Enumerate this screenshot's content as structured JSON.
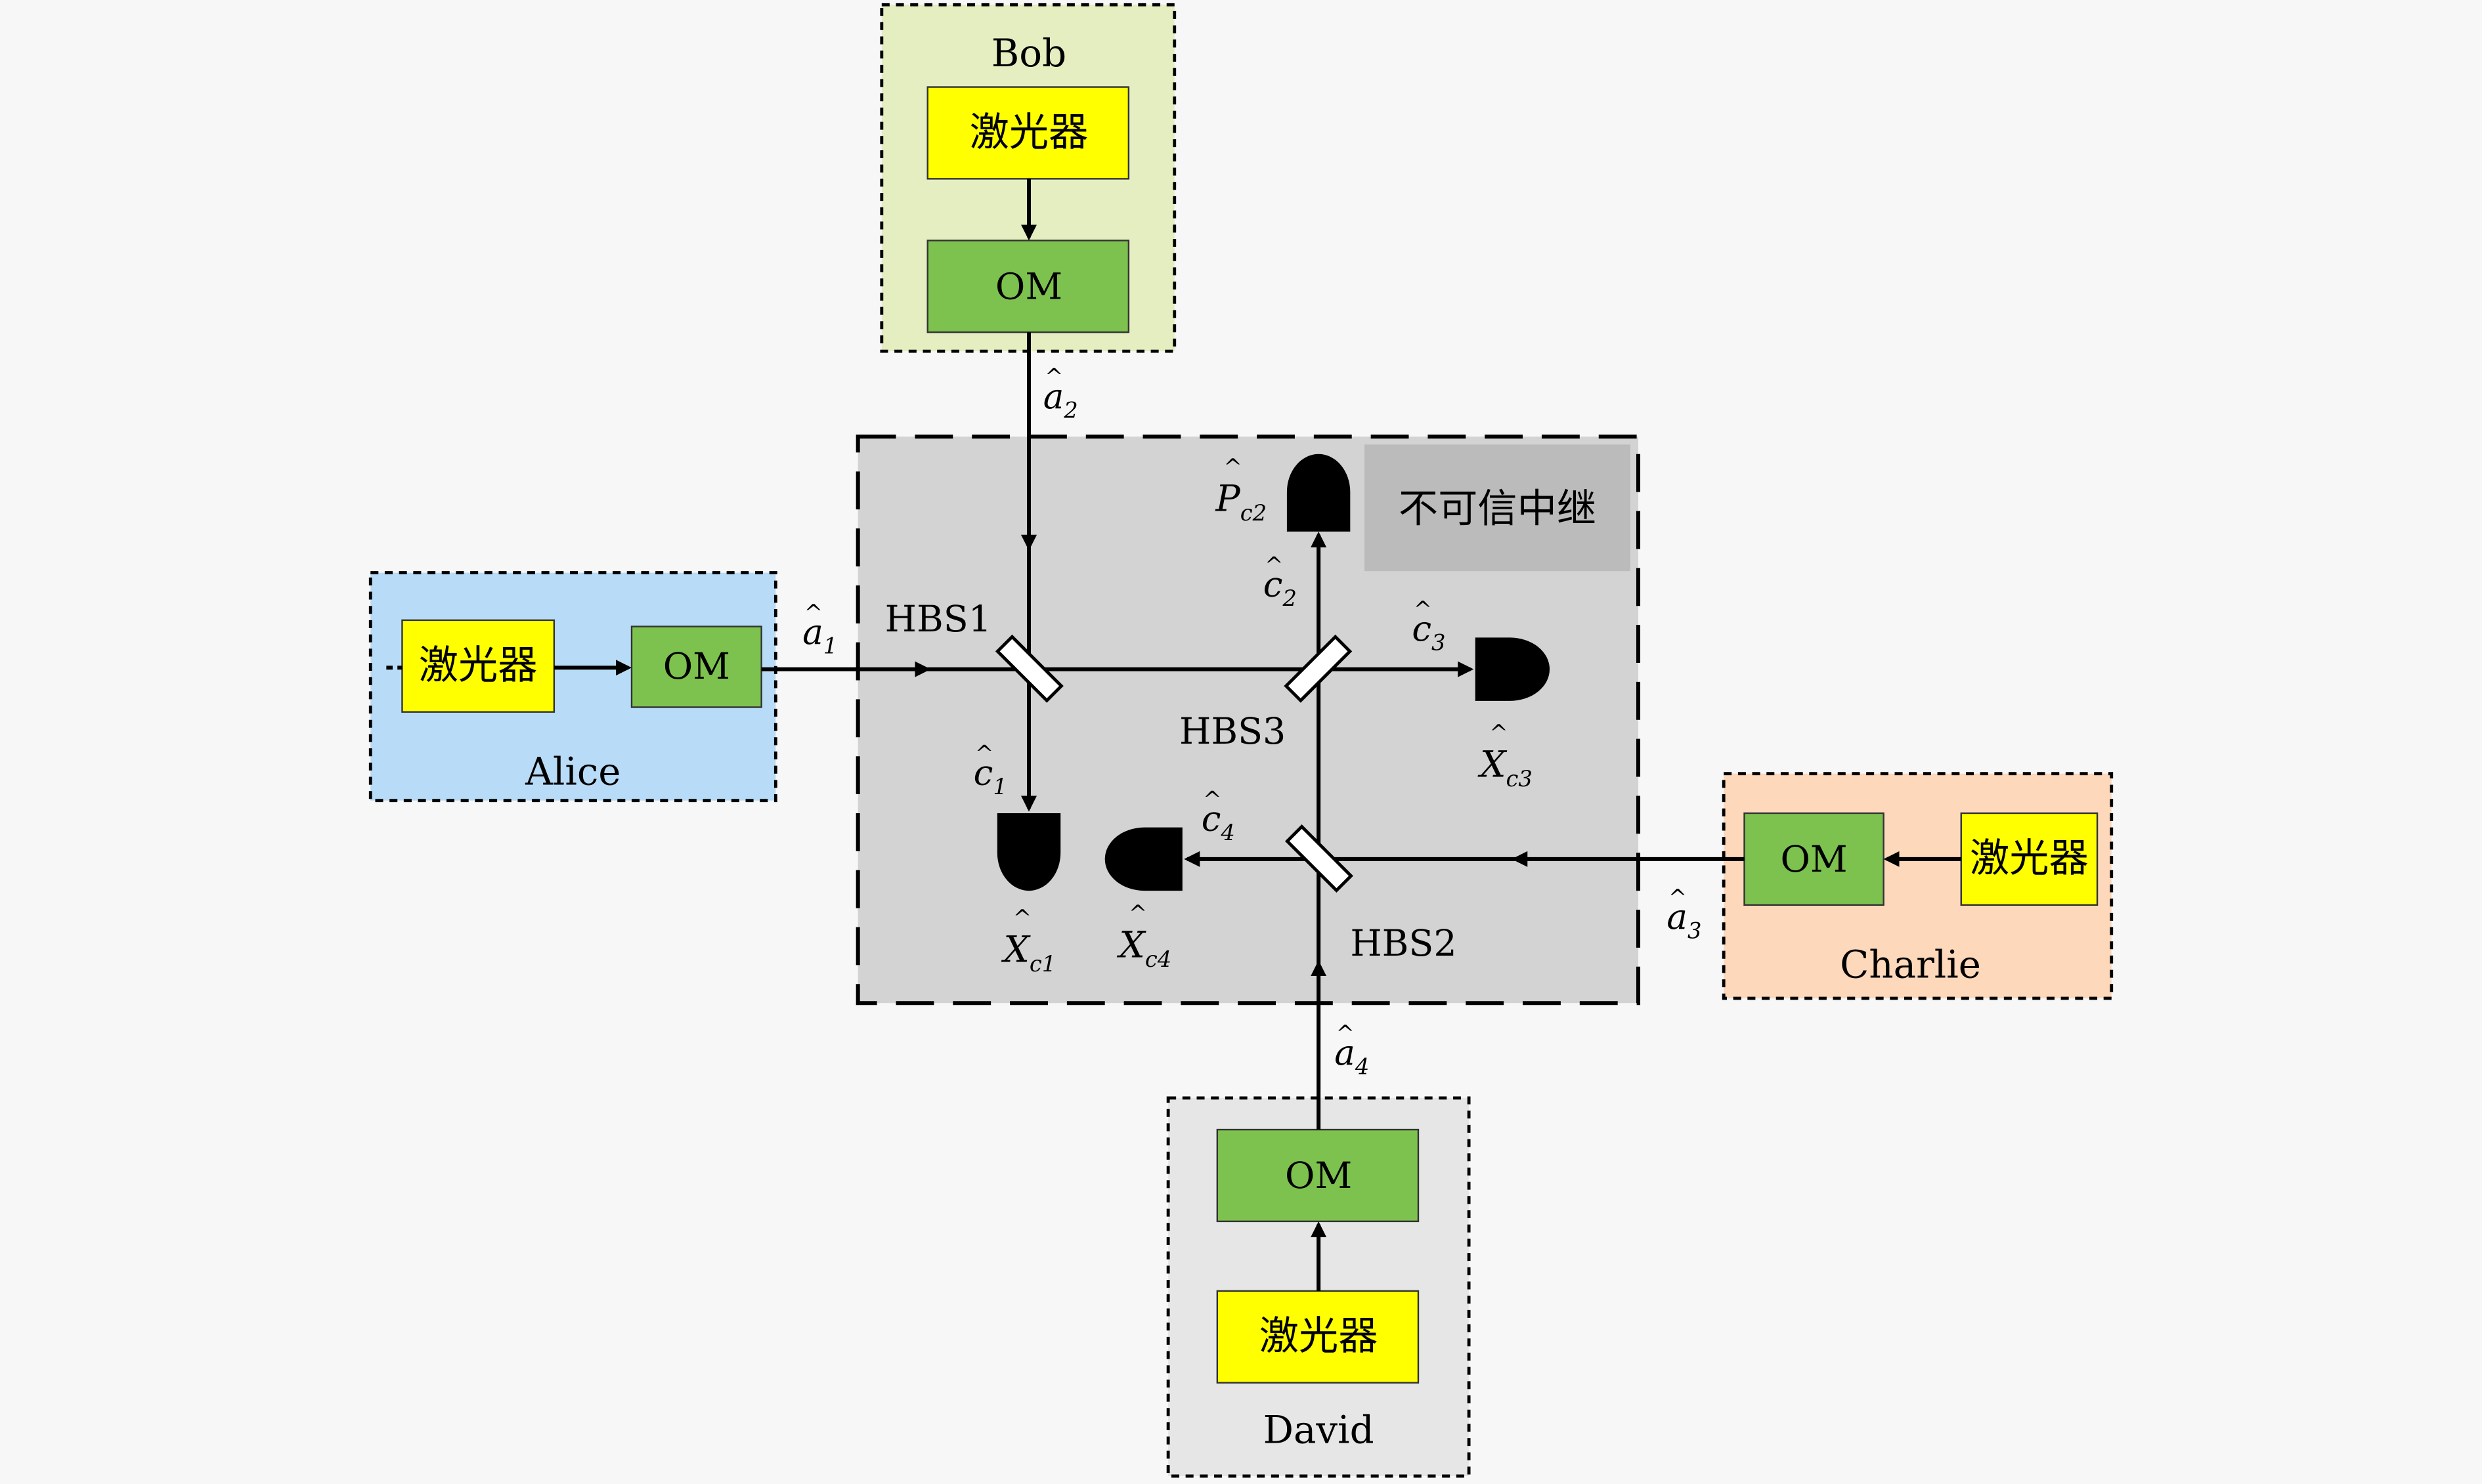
{
  "relay": {
    "title": "不可信中继"
  },
  "laser_label": "激光器",
  "modulator_label": "OM",
  "parties": {
    "alice": "Alice",
    "bob": "Bob",
    "charlie": "Charlie",
    "david": "David"
  },
  "beam_splitters": {
    "hbs1": "HBS1",
    "hbs2": "HBS2",
    "hbs3": "HBS3"
  },
  "modes": {
    "a1": {
      "base": "a",
      "sub": "1"
    },
    "a2": {
      "base": "a",
      "sub": "2"
    },
    "a3": {
      "base": "a",
      "sub": "3"
    },
    "a4": {
      "base": "a",
      "sub": "4"
    },
    "c1": {
      "base": "c",
      "sub": "1"
    },
    "c2": {
      "base": "c",
      "sub": "2"
    },
    "c3": {
      "base": "c",
      "sub": "3"
    },
    "c4": {
      "base": "c",
      "sub": "4"
    }
  },
  "measurements": {
    "xc1": {
      "base": "X",
      "sub": "c1"
    },
    "xc3": {
      "base": "X",
      "sub": "c3"
    },
    "xc4": {
      "base": "X",
      "sub": "c4"
    },
    "pc2": {
      "base": "P",
      "sub": "c2"
    }
  },
  "colors": {
    "laser_fill": "#ffff00",
    "modulator_fill": "#7dc24f",
    "alice_bg": "#b8dcf7",
    "bob_bg": "#e5eec0",
    "charlie_bg": "#fdd8bb",
    "david_bg": "#e6e6e6",
    "relay_bg": "#d3d3d3",
    "relay_title_bg": "#bbbbbb",
    "detector": "#000000",
    "line": "#000000"
  }
}
